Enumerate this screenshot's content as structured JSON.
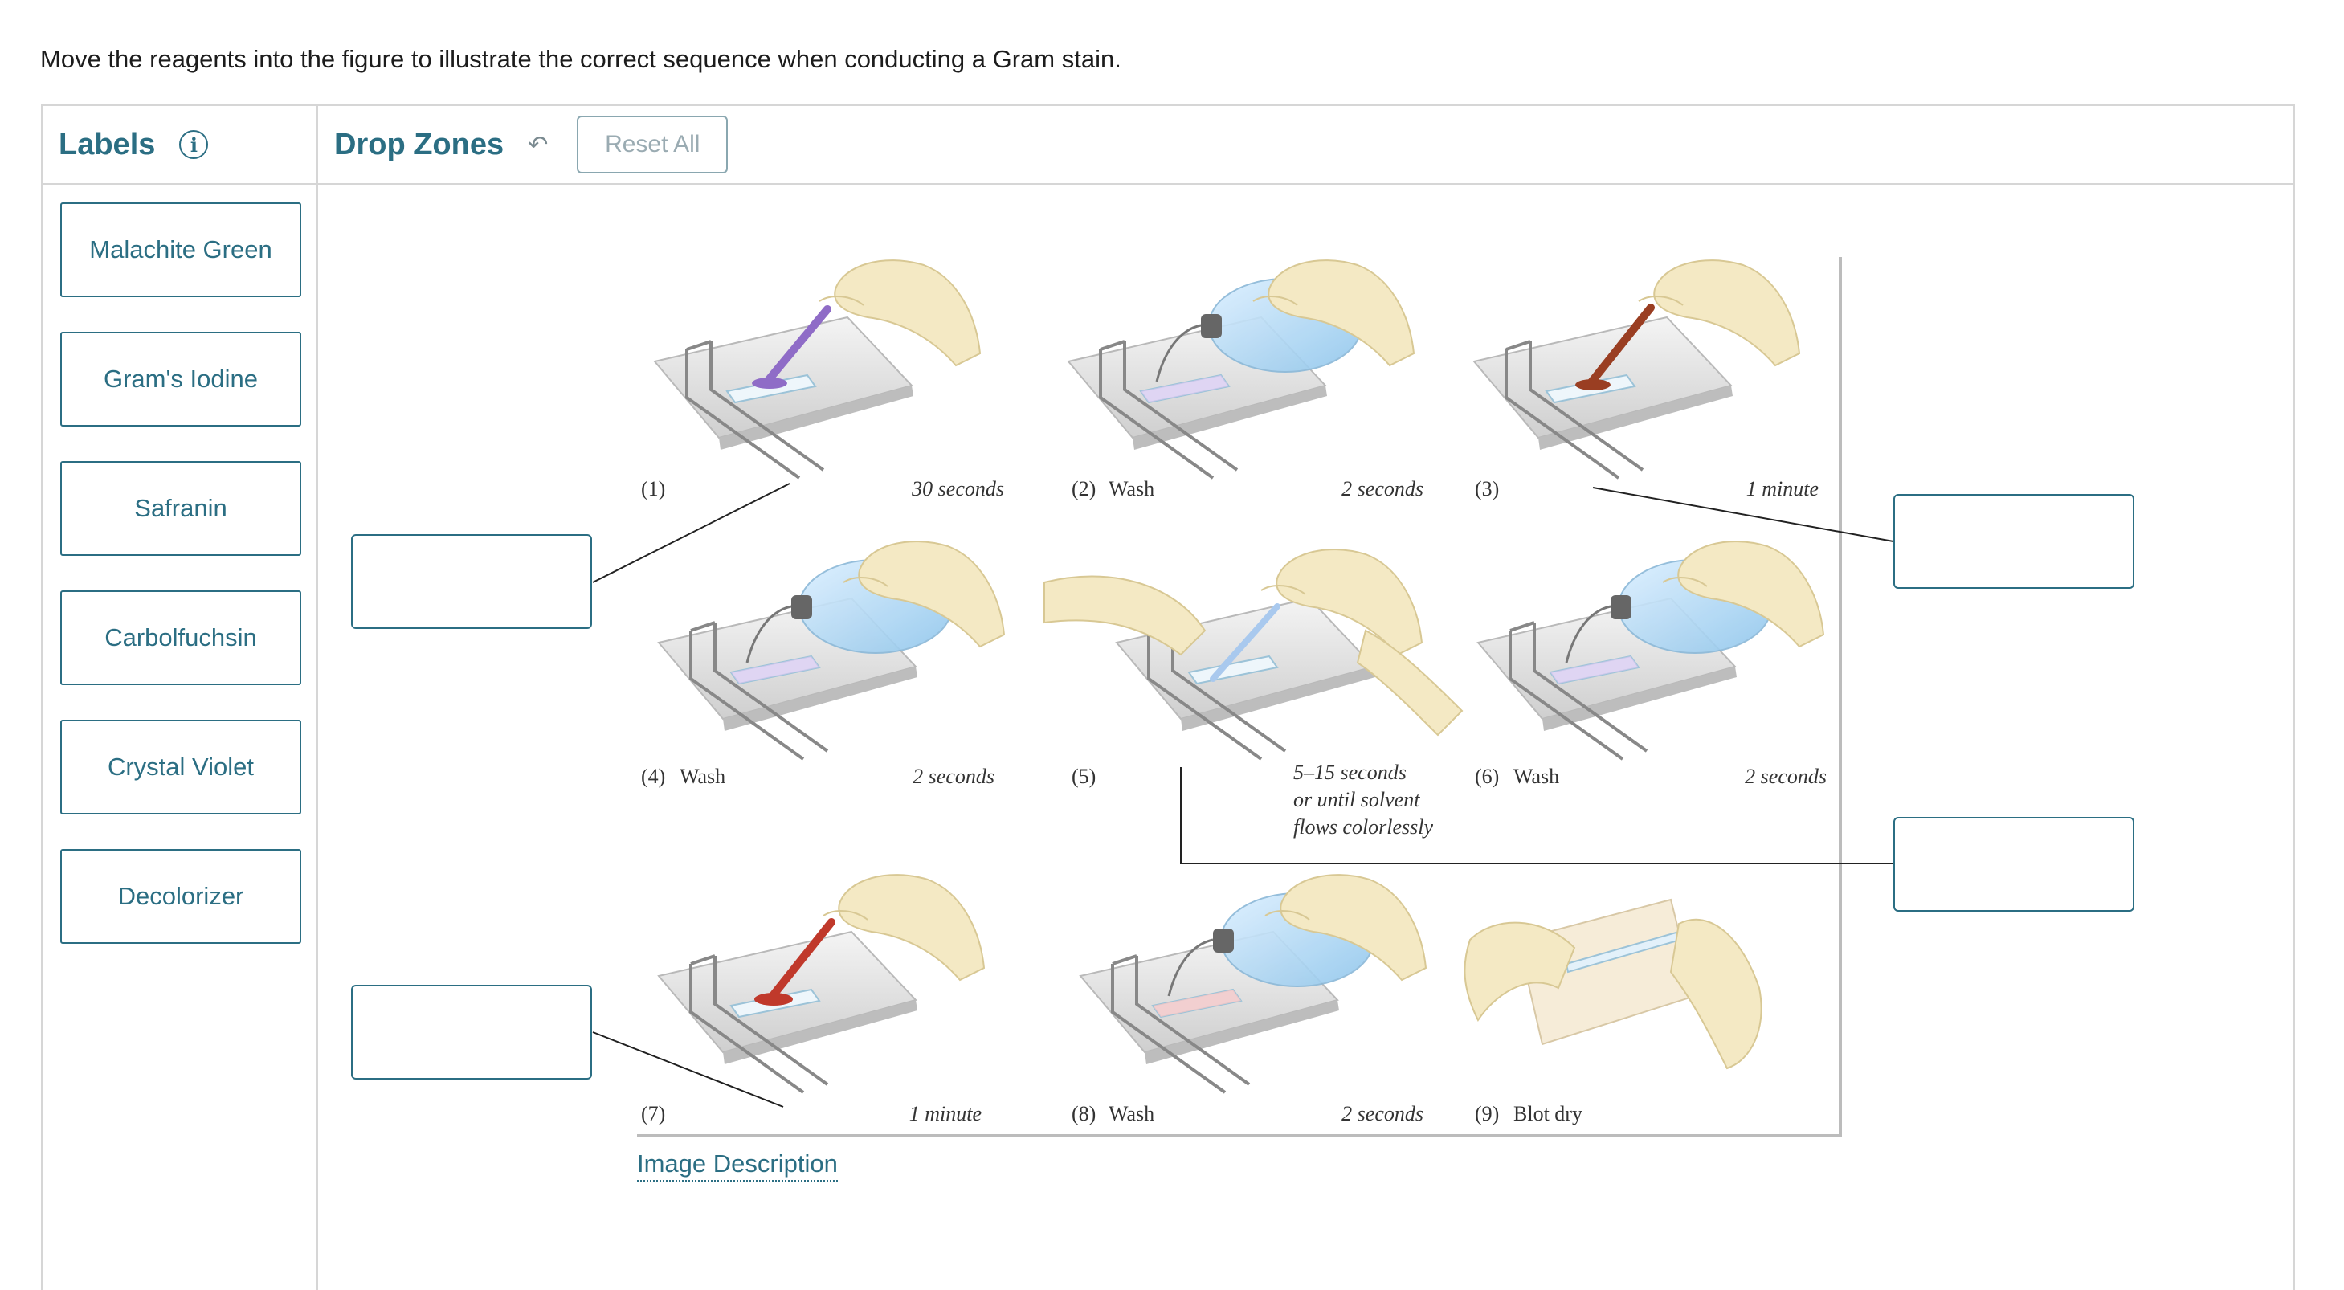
{
  "instruction": "Move the reagents into the figure to illustrate the correct sequence when conducting a Gram stain.",
  "labels_header": {
    "title": "Labels",
    "info_icon": "info-icon"
  },
  "drop_header": {
    "title": "Drop Zones",
    "undo_icon": "undo-arrow-icon",
    "reset_label": "Reset All"
  },
  "labels": [
    "Malachite Green",
    "Gram's Iodine",
    "Safranin",
    "Carbolfuchsin",
    "Crystal Violet",
    "Decolorizer"
  ],
  "steps": [
    {
      "num": "(1)",
      "action": "",
      "time": "30 seconds"
    },
    {
      "num": "(2)",
      "action": "Wash",
      "time": "2 seconds"
    },
    {
      "num": "(3)",
      "action": "",
      "time": "1 minute"
    },
    {
      "num": "(4)",
      "action": "Wash",
      "time": "2 seconds"
    },
    {
      "num": "(5)",
      "action": "",
      "time_lines": [
        "5–15 seconds",
        "or until solvent",
        "flows colorlessly"
      ]
    },
    {
      "num": "(6)",
      "action": "Wash",
      "time": "2 seconds"
    },
    {
      "num": "(7)",
      "action": "",
      "time": "1 minute"
    },
    {
      "num": "(8)",
      "action": "Wash",
      "time": "2 seconds"
    },
    {
      "num": "(9)",
      "action": "Blot dry",
      "time": ""
    }
  ],
  "colors": {
    "accent": "#2b6e83",
    "crystal_violet": "#8f6cc7",
    "iodine": "#9a3e22",
    "safranin": "#c0392b",
    "water": "#a9d3ef",
    "glove": "#f4e9c4"
  },
  "image_description_link": "Image Description"
}
